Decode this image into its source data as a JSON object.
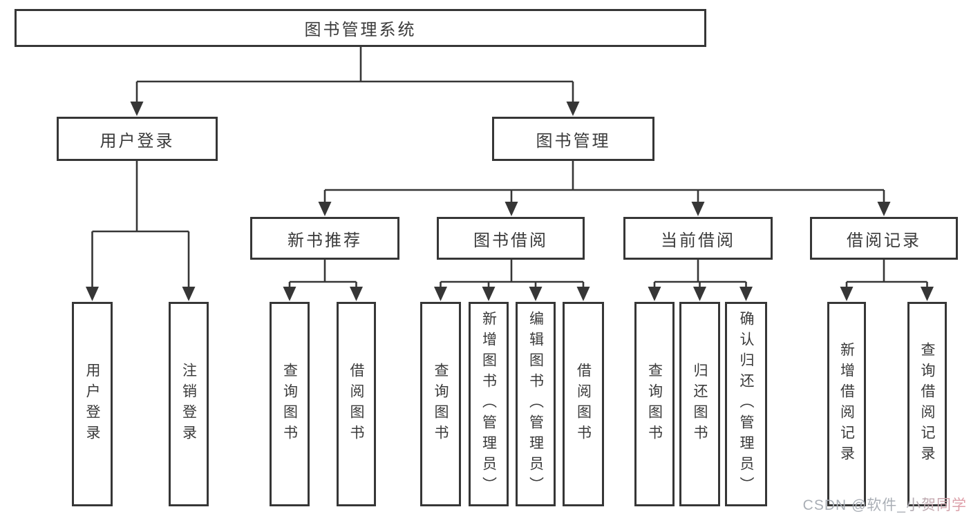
{
  "tree": {
    "root": {
      "label": "图书管理系统",
      "children": [
        {
          "label": "用户登录",
          "children": [
            {
              "label": "用户登录"
            },
            {
              "label": "注销登录"
            }
          ]
        },
        {
          "label": "图书管理",
          "children": [
            {
              "label": "新书推荐",
              "children": [
                {
                  "label": "查询图书"
                },
                {
                  "label": "借阅图书"
                }
              ]
            },
            {
              "label": "图书借阅",
              "children": [
                {
                  "label": "查询图书"
                },
                {
                  "label": "新增图书（管理员）"
                },
                {
                  "label": "编辑图书（管理员）"
                },
                {
                  "label": "借阅图书"
                }
              ]
            },
            {
              "label": "当前借阅",
              "children": [
                {
                  "label": "查询图书"
                },
                {
                  "label": "归还图书"
                },
                {
                  "label": "确认归还（管理员）"
                }
              ]
            },
            {
              "label": "借阅记录",
              "children": [
                {
                  "label": "新增借阅记录"
                },
                {
                  "label": "查询借阅记录"
                }
              ]
            }
          ]
        }
      ]
    }
  },
  "watermark": {
    "text": "CSDN @软件_小贺同学"
  },
  "colors": {
    "line": "#363636",
    "text": "#3a3a3a",
    "background": "#ffffff",
    "watermark_gray": "#a9aeb5",
    "watermark_pink": "#e39ba6"
  }
}
